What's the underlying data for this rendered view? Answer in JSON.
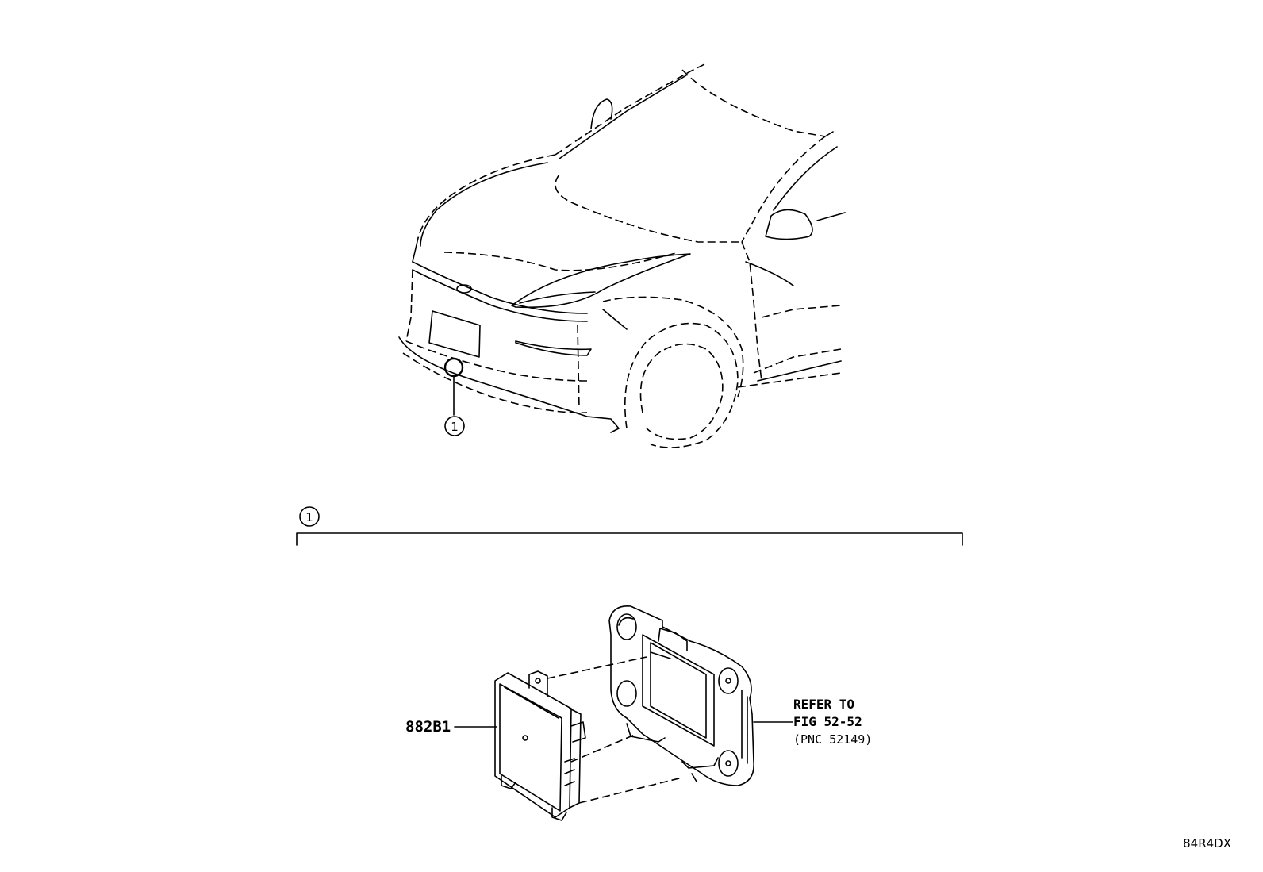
{
  "diagram": {
    "callout_number": "1",
    "group_number": "1",
    "part_number": "882B1",
    "refer": {
      "line1": "REFER TO",
      "line2": "FIG 52-52",
      "line3": "(PNC 52149)"
    },
    "figure_code": "84R4DX"
  },
  "icons": [
    "car-front-illustration",
    "radar-sensor-module",
    "mounting-bracket",
    "callout-circle"
  ]
}
